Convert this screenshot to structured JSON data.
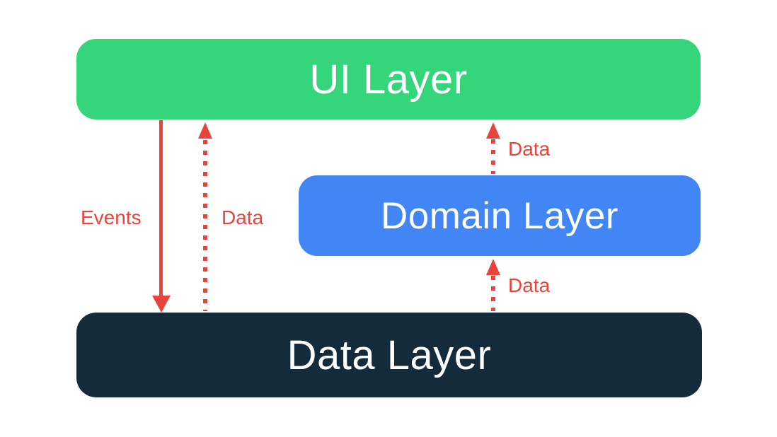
{
  "diagram": {
    "background": "#ffffff",
    "colors": {
      "ui_layer_green": "#35d57b",
      "domain_layer_blue": "#4285f4",
      "data_layer_navy": "#142b3c",
      "arrow_red": "#e8443c",
      "box_text_white": "#ffffff"
    },
    "boxes": [
      {
        "id": "ui-layer",
        "label": "UI Layer",
        "color": "#35d57b"
      },
      {
        "id": "domain-layer",
        "label": "Domain Layer",
        "color": "#4285f4"
      },
      {
        "id": "data-layer",
        "label": "Data Layer",
        "color": "#142b3c"
      }
    ],
    "arrows": [
      {
        "id": "events",
        "label": "Events",
        "style": "solid",
        "direction": "down",
        "from": "UI Layer",
        "to": "Data Layer",
        "color": "#e8443c"
      },
      {
        "id": "data-to-ui",
        "label": "Data",
        "style": "dotted",
        "direction": "up",
        "from": "Data Layer",
        "to": "UI Layer",
        "color": "#e8443c"
      },
      {
        "id": "data-domain-to-ui",
        "label": "Data",
        "style": "dotted",
        "direction": "up",
        "from": "Domain Layer",
        "to": "UI Layer",
        "color": "#e8443c"
      },
      {
        "id": "data-data-to-domain",
        "label": "Data",
        "style": "dotted",
        "direction": "up",
        "from": "Data Layer",
        "to": "Domain Layer",
        "color": "#e8443c"
      }
    ]
  }
}
